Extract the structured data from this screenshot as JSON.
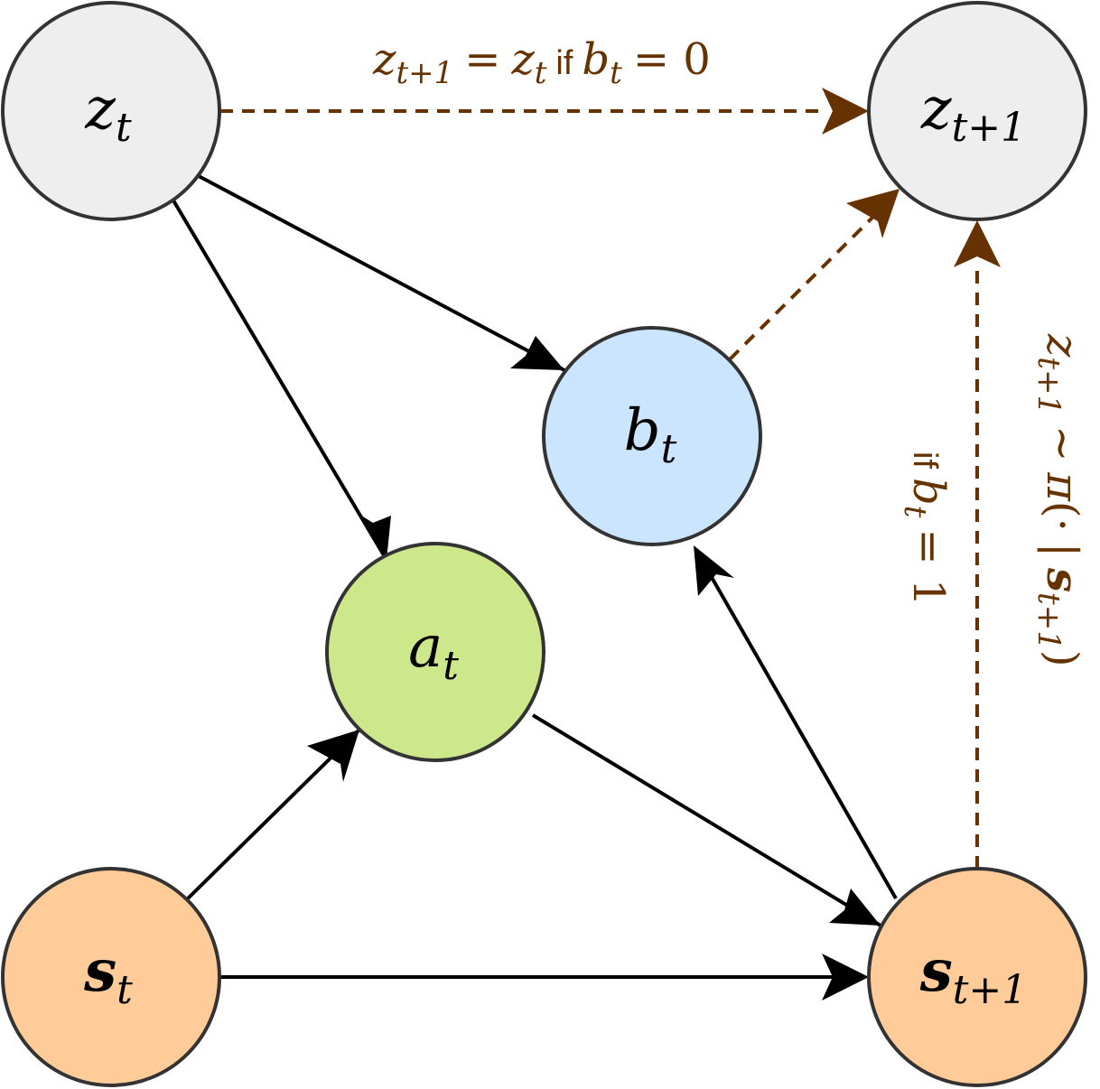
{
  "colors": {
    "node_stroke": "#333333",
    "z_fill": "#eeeeee",
    "b_fill": "#cce5ff",
    "a_fill": "#cde88a",
    "s_fill": "#ffcc99",
    "solid_edge": "#000000",
    "dashed_edge": "#663300"
  },
  "nodes": {
    "z_t": {
      "base": "z",
      "sub": "t"
    },
    "z_t1": {
      "base": "z",
      "sub": "t+1"
    },
    "b_t": {
      "base": "b",
      "sub": "t"
    },
    "a_t": {
      "base": "a",
      "sub": "t"
    },
    "s_t": {
      "base": "s",
      "sub": "t"
    },
    "s_t1": {
      "base": "s",
      "sub": "t+1"
    }
  },
  "labels": {
    "top": {
      "lhs_base": "z",
      "lhs_sub": "t+1",
      "eq": "=",
      "rhs_base": "z",
      "rhs_sub": "t",
      "if_word": "if",
      "cond_base": "b",
      "cond_sub": "t",
      "cond_eq": "= 0"
    },
    "right": {
      "lhs_base": "z",
      "lhs_sub": "t+1",
      "sim": "∼",
      "pi": "π",
      "open": "(·",
      "bar": "|",
      "s_base": "s",
      "s_sub": "t+1",
      "close": ")",
      "if_word": "if",
      "cond_base": "b",
      "cond_sub": "t",
      "cond_eq": "= 1"
    }
  }
}
